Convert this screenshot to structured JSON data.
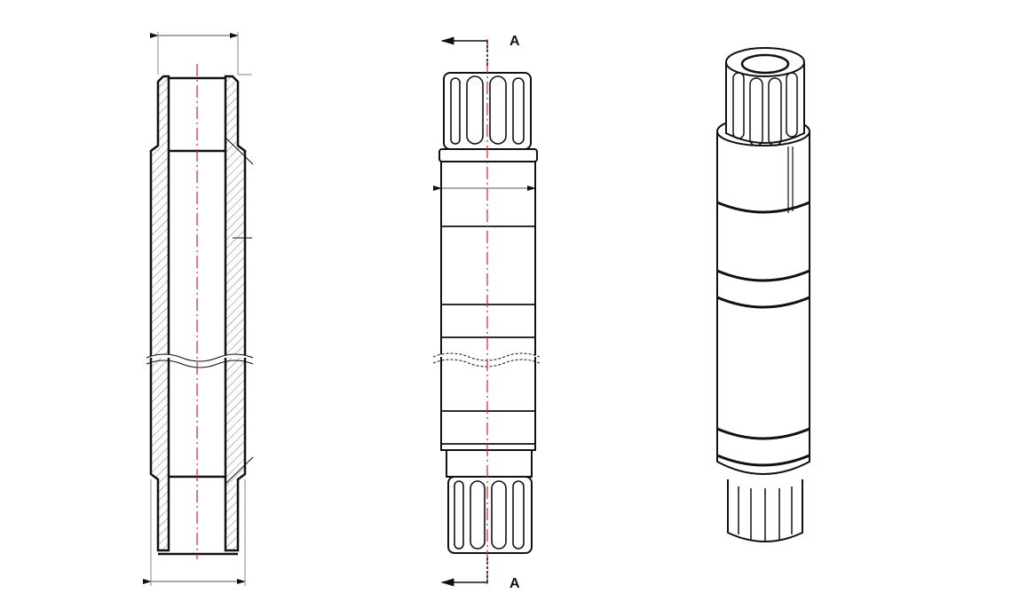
{
  "section_labels": {
    "top": "A",
    "bottom": "A"
  },
  "colors": {
    "outline": "#111111",
    "centerline": "#e02020",
    "dimension": "#888888",
    "hatch": "#777777"
  },
  "views": [
    {
      "name": "section-view",
      "hatched": true
    },
    {
      "name": "front-view",
      "section_marker": "A"
    },
    {
      "name": "isometric-view"
    }
  ]
}
